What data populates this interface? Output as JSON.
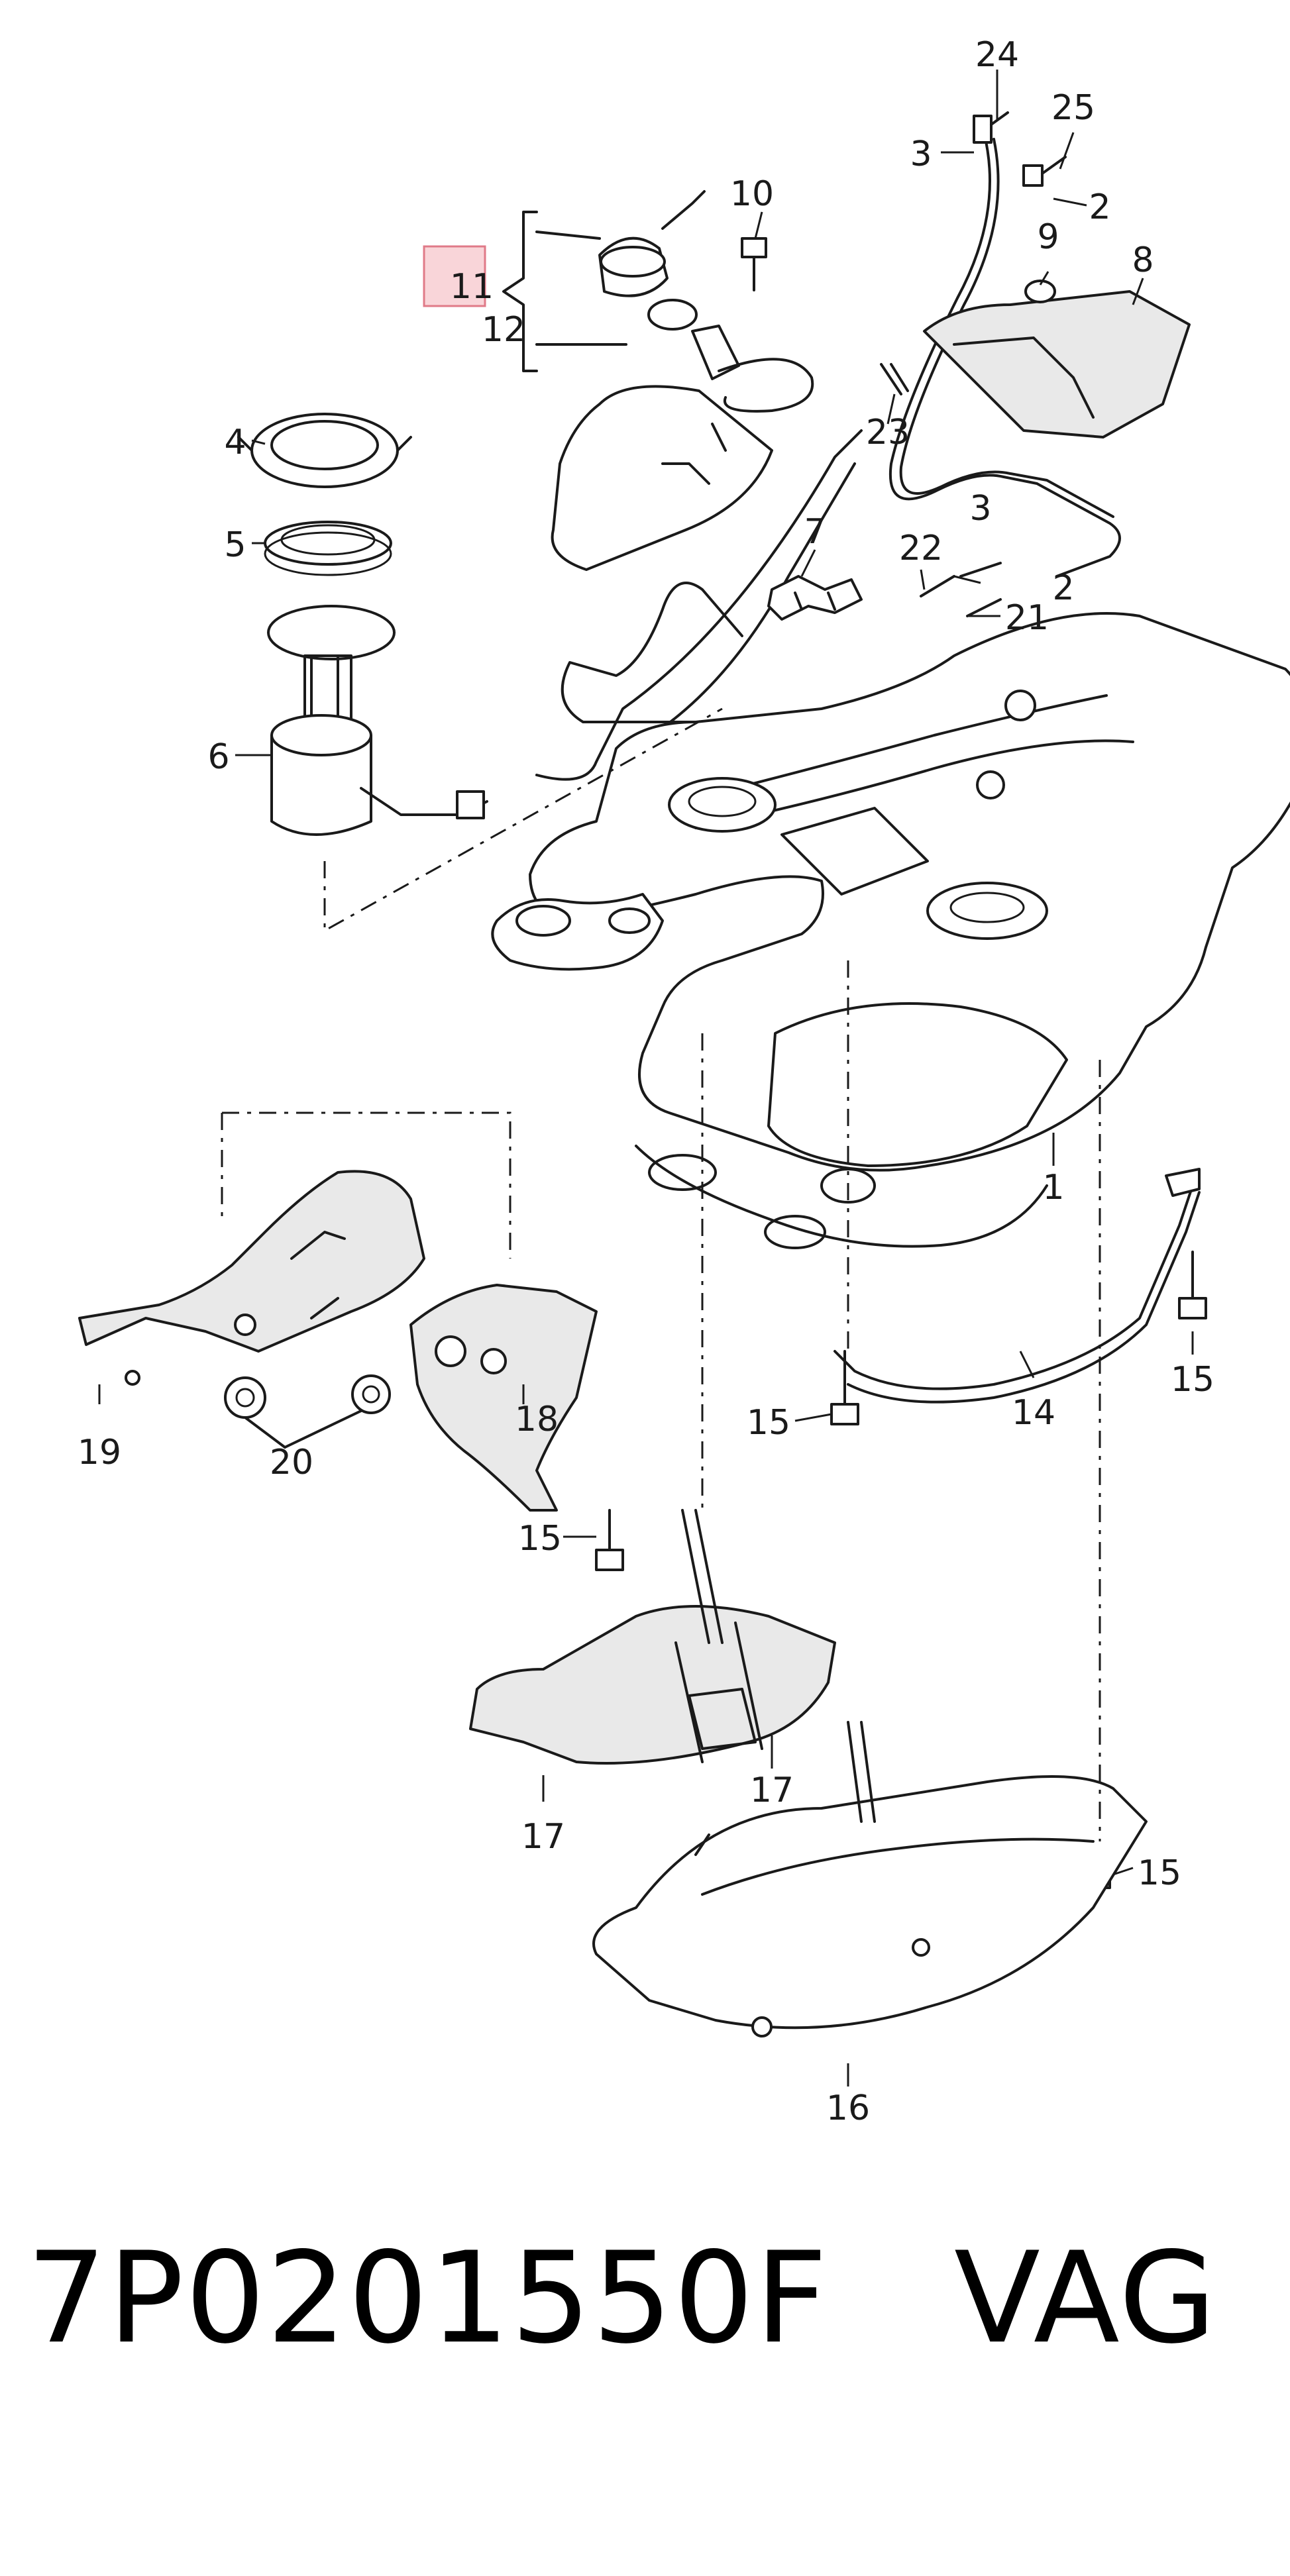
{
  "callouts": {
    "c1": "1",
    "c2a": "2",
    "c2b": "2",
    "c3a": "3",
    "c3b": "3",
    "c4": "4",
    "c5": "5",
    "c6": "6",
    "c7": "7",
    "c8": "8",
    "c9": "9",
    "c10": "10",
    "c11": "11",
    "c12": "12",
    "c14": "14",
    "c15a": "15",
    "c15b": "15",
    "c15c": "15",
    "c15d": "15",
    "c16": "16",
    "c17a": "17",
    "c17b": "17",
    "c18": "18",
    "c19": "19",
    "c20": "20",
    "c21": "21",
    "c22": "22",
    "c23": "23",
    "c24": "24",
    "c25": "25"
  },
  "highlight_color": "#f9d5d9",
  "highlight_border": "#e07a88",
  "footer": {
    "part_number": "7P0201550F",
    "brand": "VAG"
  }
}
